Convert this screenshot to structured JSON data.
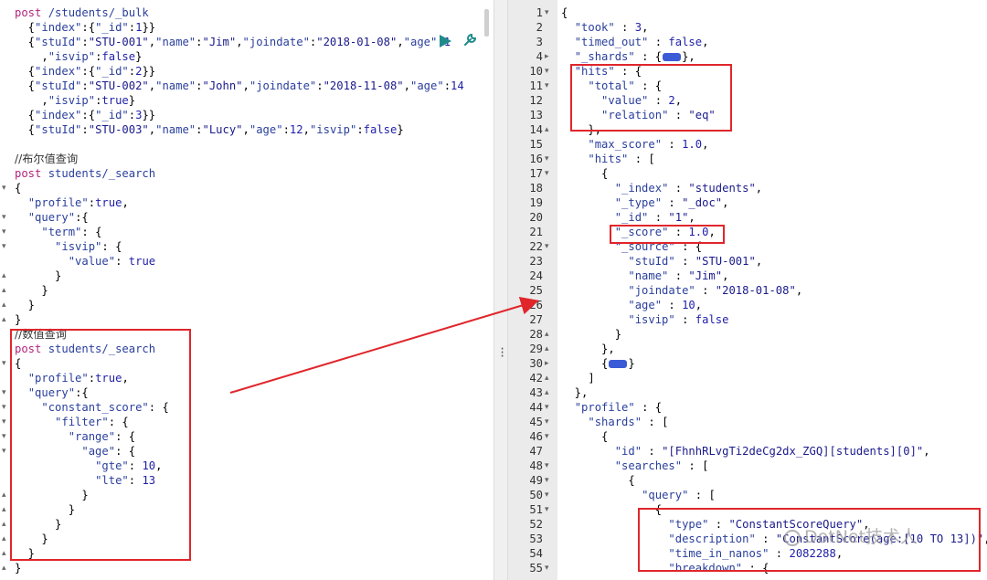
{
  "left_lines": [
    {
      "t": "post /students/_bulk",
      "f": ""
    },
    {
      "t": "  {\"index\":{\"_id\":1}}",
      "f": ""
    },
    {
      "t": "  {\"stuId\":\"STU-001\",\"name\":\"Jim\",\"joindate\":\"2018-01-08\",\"age\":1",
      "f": ""
    },
    {
      "t": "    ,\"isvip\":false}",
      "f": ""
    },
    {
      "t": "  {\"index\":{\"_id\":2}}",
      "f": ""
    },
    {
      "t": "  {\"stuId\":\"STU-002\",\"name\":\"John\",\"joindate\":\"2018-11-08\",\"age\":14",
      "f": ""
    },
    {
      "t": "    ,\"isvip\":true}",
      "f": ""
    },
    {
      "t": "  {\"index\":{\"_id\":3}}",
      "f": ""
    },
    {
      "t": "  {\"stuId\":\"STU-003\",\"name\":\"Lucy\",\"age\":12,\"isvip\":false}",
      "f": ""
    },
    {
      "t": "",
      "f": ""
    },
    {
      "t": "//布尔值查询",
      "f": ""
    },
    {
      "t": "post students/_search",
      "f": ""
    },
    {
      "t": "{",
      "f": "▾"
    },
    {
      "t": "  \"profile\":true,",
      "f": ""
    },
    {
      "t": "  \"query\":{",
      "f": "▾"
    },
    {
      "t": "    \"term\": {",
      "f": "▾"
    },
    {
      "t": "      \"isvip\": {",
      "f": "▾"
    },
    {
      "t": "        \"value\": true",
      "f": ""
    },
    {
      "t": "      }",
      "f": "▴"
    },
    {
      "t": "    }",
      "f": "▴"
    },
    {
      "t": "  }",
      "f": "▴"
    },
    {
      "t": "}",
      "f": "▴"
    },
    {
      "t": "//数值查询",
      "f": ""
    },
    {
      "t": "post students/_search",
      "f": ""
    },
    {
      "t": "{",
      "f": "▾"
    },
    {
      "t": "  \"profile\":true,",
      "f": ""
    },
    {
      "t": "  \"query\":{",
      "f": "▾"
    },
    {
      "t": "    \"constant_score\": {",
      "f": "▾"
    },
    {
      "t": "      \"filter\": {",
      "f": "▾"
    },
    {
      "t": "        \"range\": {",
      "f": "▾"
    },
    {
      "t": "          \"age\": {",
      "f": "▾"
    },
    {
      "t": "            \"gte\": 10,",
      "f": ""
    },
    {
      "t": "            \"lte\": 13",
      "f": ""
    },
    {
      "t": "          }",
      "f": "▴"
    },
    {
      "t": "        }",
      "f": "▴"
    },
    {
      "t": "      }",
      "f": "▴"
    },
    {
      "t": "    }",
      "f": "▴"
    },
    {
      "t": "  }",
      "f": "▴"
    },
    {
      "t": "}",
      "f": "▴"
    }
  ],
  "right_lines": [
    {
      "n": "1",
      "f": "▾",
      "t": "{"
    },
    {
      "n": "2",
      "f": "",
      "t": "  \"took\" : 3,"
    },
    {
      "n": "3",
      "f": "",
      "t": "  \"timed_out\" : false,"
    },
    {
      "n": "4",
      "f": "▸",
      "t": "  \"_shards\" : {[...]},"
    },
    {
      "n": "10",
      "f": "▾",
      "t": "  \"hits\" : {"
    },
    {
      "n": "11",
      "f": "▾",
      "t": "    \"total\" : {"
    },
    {
      "n": "12",
      "f": "",
      "t": "      \"value\" : 2,"
    },
    {
      "n": "13",
      "f": "",
      "t": "      \"relation\" : \"eq\""
    },
    {
      "n": "14",
      "f": "▴",
      "t": "    },"
    },
    {
      "n": "15",
      "f": "",
      "t": "    \"max_score\" : 1.0,"
    },
    {
      "n": "16",
      "f": "▾",
      "t": "    \"hits\" : ["
    },
    {
      "n": "17",
      "f": "▾",
      "t": "      {"
    },
    {
      "n": "18",
      "f": "",
      "t": "        \"_index\" : \"students\","
    },
    {
      "n": "19",
      "f": "",
      "t": "        \"_type\" : \"_doc\","
    },
    {
      "n": "20",
      "f": "",
      "t": "        \"_id\" : \"1\","
    },
    {
      "n": "21",
      "f": "",
      "t": "        \"_score\" : 1.0,"
    },
    {
      "n": "22",
      "f": "▾",
      "t": "        \"_source\" : {"
    },
    {
      "n": "23",
      "f": "",
      "t": "          \"stuId\" : \"STU-001\","
    },
    {
      "n": "24",
      "f": "",
      "t": "          \"name\" : \"Jim\","
    },
    {
      "n": "25",
      "f": "",
      "t": "          \"joindate\" : \"2018-01-08\","
    },
    {
      "n": "26",
      "f": "",
      "t": "          \"age\" : 10,"
    },
    {
      "n": "27",
      "f": "",
      "t": "          \"isvip\" : false"
    },
    {
      "n": "28",
      "f": "▴",
      "t": "        }"
    },
    {
      "n": "29",
      "f": "▴",
      "t": "      },"
    },
    {
      "n": "30",
      "f": "▸",
      "t": "      {[...]}"
    },
    {
      "n": "42",
      "f": "▴",
      "t": "    ]"
    },
    {
      "n": "43",
      "f": "▴",
      "t": "  },"
    },
    {
      "n": "44",
      "f": "▾",
      "t": "  \"profile\" : {"
    },
    {
      "n": "45",
      "f": "▾",
      "t": "    \"shards\" : ["
    },
    {
      "n": "46",
      "f": "▾",
      "t": "      {"
    },
    {
      "n": "47",
      "f": "",
      "t": "        \"id\" : \"[FhnhRLvgTi2deCg2dx_ZGQ][students][0]\","
    },
    {
      "n": "48",
      "f": "▾",
      "t": "        \"searches\" : ["
    },
    {
      "n": "49",
      "f": "▾",
      "t": "          {"
    },
    {
      "n": "50",
      "f": "▾",
      "t": "            \"query\" : ["
    },
    {
      "n": "51",
      "f": "▾",
      "t": "              {"
    },
    {
      "n": "52",
      "f": "",
      "t": "                \"type\" : \"ConstantScoreQuery\","
    },
    {
      "n": "53",
      "f": "",
      "t": "                \"description\" : \"ConstantScore(age:[10 TO 13])\","
    },
    {
      "n": "54",
      "f": "",
      "t": "                \"time_in_nanos\" : 2082288,"
    },
    {
      "n": "55",
      "f": "▾",
      "t": "                \"breakdown\" : {"
    }
  ],
  "watermark": "DotNet技术人",
  "colors": {
    "highlight": "#e0262b",
    "keyword": "#b1257b",
    "run": "#1f8b8b"
  }
}
